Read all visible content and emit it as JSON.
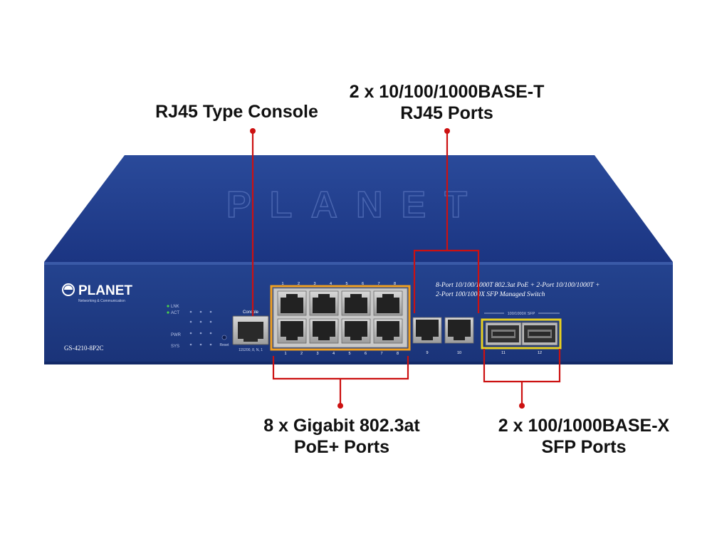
{
  "callouts": {
    "console": "RJ45 Type Console",
    "rj45_ports_line1": "2 x 10/100/1000BASE-T",
    "rj45_ports_line2": "RJ45 Ports",
    "poe_ports_line1": "8 x Gigabit 802.3at",
    "poe_ports_line2": "PoE+ Ports",
    "sfp_ports_line1": "2 x 100/1000BASE-X",
    "sfp_ports_line2": "SFP Ports"
  },
  "device": {
    "brand": "PLANET",
    "brand_tagline": "Networking & Communication",
    "top_emboss": "PLANET",
    "model": "GS-4210-8P2C",
    "description_line1": "8-Port 10/100/1000T 802.3at PoE + 2-Port 10/100/1000T +",
    "description_line2": "2-Port 100/1000X SFP Managed Switch",
    "console_label": "Console",
    "reset_label": "Reset",
    "console_sub": "115200, 8, N, 1",
    "sfp_group_label": "100/1000X SFP",
    "led_labels": [
      "LNK",
      "ACT",
      "PWR",
      "SYS"
    ],
    "poe_top_numbers": [
      "1",
      "2",
      "3",
      "4",
      "5",
      "6",
      "7",
      "8"
    ],
    "poe_bottom_numbers": [
      "1",
      "2",
      "3",
      "4",
      "5",
      "6",
      "7",
      "8"
    ],
    "rj45_numbers": [
      "9",
      "10"
    ],
    "sfp_numbers": [
      "11",
      "12"
    ]
  },
  "colors": {
    "body": "#1e3a8c",
    "body_dark": "#15296b",
    "callout_line": "#cc1111",
    "poe_highlight": "#f0a020",
    "sfp_highlight": "#e8d020"
  }
}
